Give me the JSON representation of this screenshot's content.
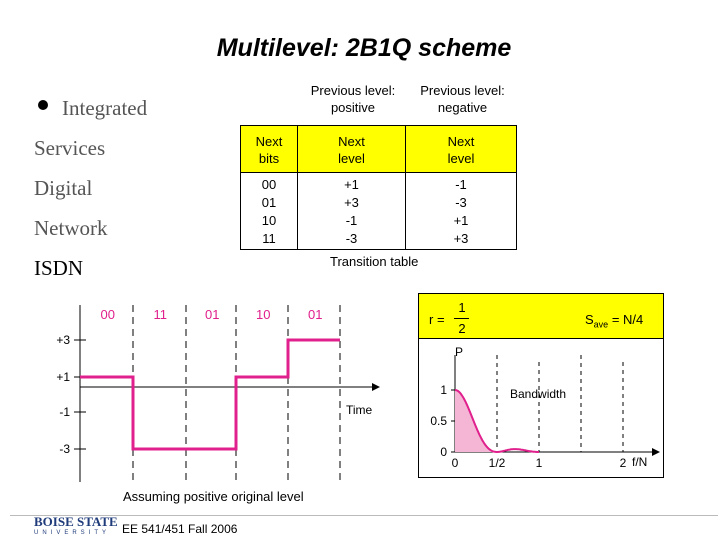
{
  "slide": {
    "title": "Multilevel: 2B1Q scheme",
    "bullets": [
      "Integrated",
      "Services",
      "Digital",
      "Network"
    ],
    "highlight": "ISDN",
    "footer": "EE 541/451 Fall 2006",
    "logo_main": "BOISE STATE",
    "logo_sub": "UNIVERSITY"
  },
  "table": {
    "prev_headers": [
      "Previous level:\npositive",
      "Previous level:\nnegative"
    ],
    "col_headers": [
      "Next\nbits",
      "Next\nlevel",
      "Next\nlevel"
    ],
    "rows": [
      [
        "00",
        "+1",
        "-1"
      ],
      [
        "01",
        "+3",
        "-3"
      ],
      [
        "10",
        "-1",
        "+1"
      ],
      [
        "11",
        "-3",
        "+3"
      ]
    ],
    "caption": "Transition table",
    "header_color": "#ffff00"
  },
  "waveform": {
    "bit_labels": [
      "00",
      "11",
      "01",
      "10",
      "01"
    ],
    "levels": [
      1,
      -3,
      1,
      3
    ],
    "level_labels": [
      "+3",
      "+1",
      "-1",
      "-3"
    ],
    "axis_label": "Time",
    "caption": "Assuming positive original level",
    "signal_color": "#e0208c",
    "label_color": "#e0208c"
  },
  "bandwidth": {
    "r_label": "r =",
    "r_num": "1",
    "r_den": "2",
    "s_label": "S",
    "s_sub": "ave",
    "s_value": "= N/4",
    "y_axis_label": "P",
    "x_axis_label": "f/N",
    "y_ticks": [
      "1",
      "0.5",
      "0"
    ],
    "x_ticks": [
      "0",
      "1/2",
      "1",
      "2"
    ],
    "curve_label": "Bandwidth",
    "header_color": "#ffff00",
    "fill_color": "#f5b6d6"
  }
}
